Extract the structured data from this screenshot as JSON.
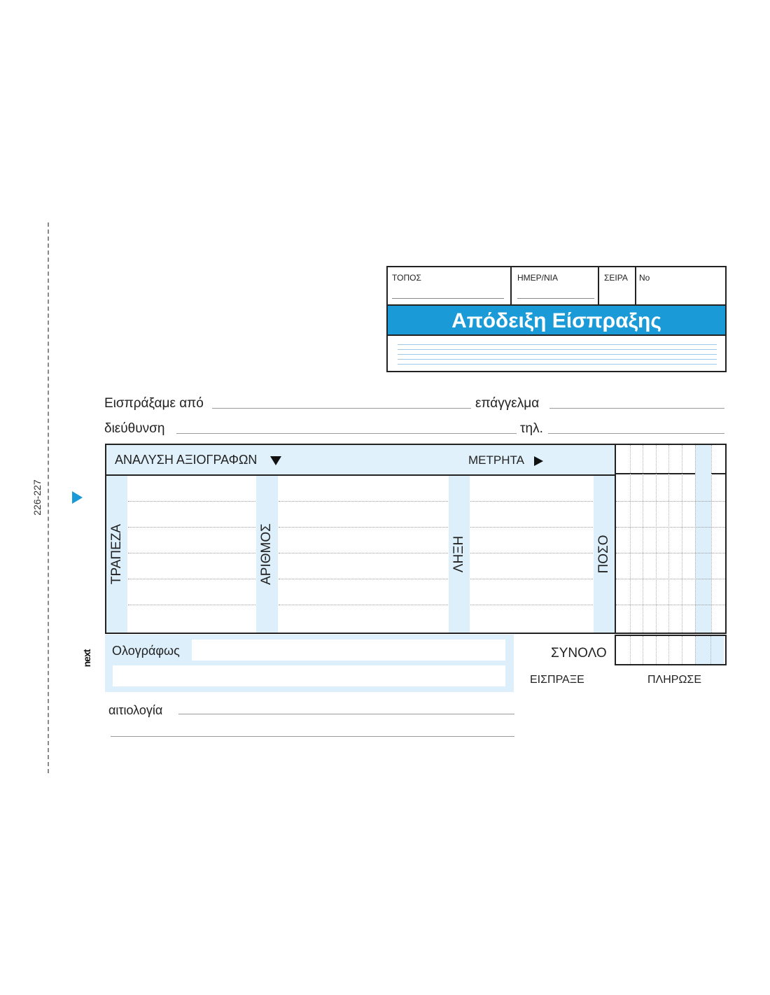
{
  "margin": {
    "code": "226-227",
    "brand": "next"
  },
  "header": {
    "topos": "ΤΟΠΟΣ",
    "date": "ΗΜΕΡ/ΝΙΑ",
    "series": "ΣΕΙΡΑ",
    "number": "No",
    "title": "Απόδειξη Είσπραξης"
  },
  "fields": {
    "received_from": "Εισπράξαμε από",
    "profession": "επάγγελμα",
    "address": "διεύθυνση",
    "phone": "τηλ."
  },
  "grid": {
    "analysis": "ΑΝΑΛΥΣΗ  ΑΞΙΟΓΡΑΦΩΝ",
    "cash": "ΜΕΤΡΗΤΑ",
    "columns": [
      "ΤΡΑΠΕΖΑ",
      "ΑΡΙΘΜΟΣ",
      "ΛΗΞΗ",
      "ΠΟΣΟ"
    ]
  },
  "lower": {
    "in_words": "Ολογράφως",
    "total": "ΣΥΝΟΛΟ",
    "collected": "ΕΙΣΠΡΑΞΕ",
    "paid": "ΠΛΗΡΩΣΕ",
    "reason": "αιτιολογία"
  },
  "colors": {
    "accent": "#1a9ad6",
    "light_band": "#dceffb",
    "border": "#222222"
  }
}
